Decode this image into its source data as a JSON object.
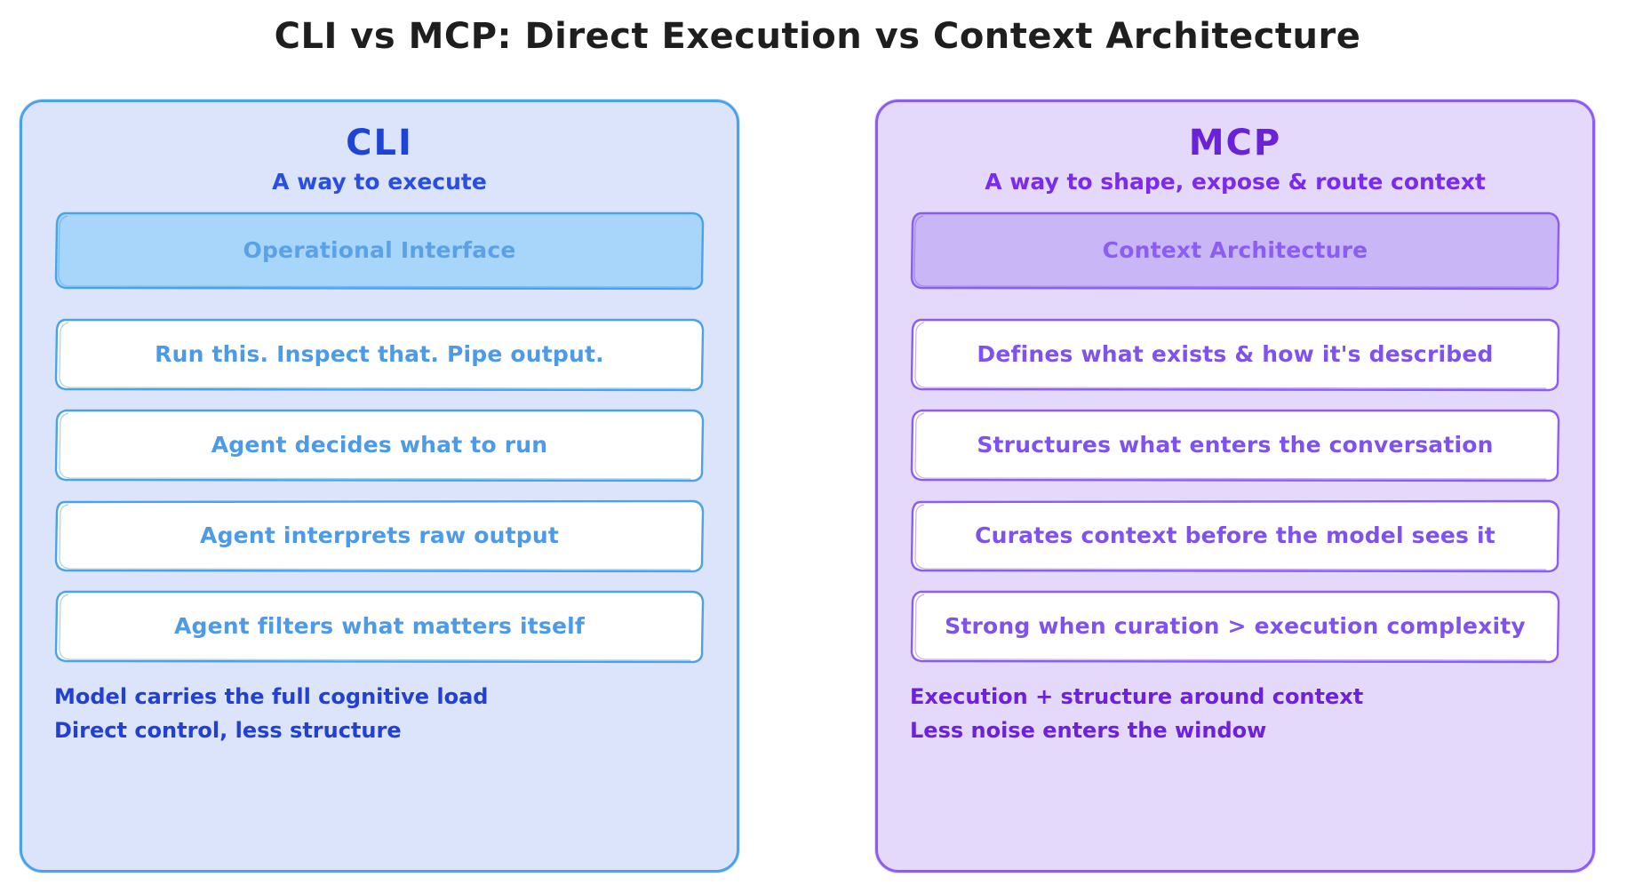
{
  "title": "CLI vs MCP: Direct Execution vs Context Architecture",
  "colors": {
    "cli_border": "#4aa3e8",
    "cli_panel_bg": "#dbe4fb",
    "cli_header_fill": "#a8d5fa",
    "cli_text": "#1d44d6",
    "cli_item_text": "#4d9ae8",
    "mcp_border": "#8b5cf6",
    "mcp_panel_bg": "#e4d9fb",
    "mcp_header_fill": "#c9b6f7",
    "mcp_text": "#6b21d8",
    "mcp_item_text": "#7f52f0",
    "title_text": "#1e1e1e",
    "box_fill": "#ffffff"
  },
  "panels": [
    {
      "id": "cli",
      "title": "CLI",
      "subtitle": "A way to execute",
      "header_box": "Operational Interface",
      "items": [
        "Run this. Inspect that. Pipe output.",
        "Agent decides what to run",
        "Agent interprets raw output",
        "Agent filters what matters itself"
      ],
      "footer": [
        "Model carries the full cognitive load",
        "Direct control, less structure"
      ]
    },
    {
      "id": "mcp",
      "title": "MCP",
      "subtitle": "A way to shape, expose & route context",
      "header_box": "Context Architecture",
      "items": [
        "Defines what exists & how it's described",
        "Structures what enters the conversation",
        "Curates context before the model sees it",
        "Strong when curation > execution complexity"
      ],
      "footer": [
        "Execution + structure around context",
        "Less noise enters the window"
      ]
    }
  ]
}
